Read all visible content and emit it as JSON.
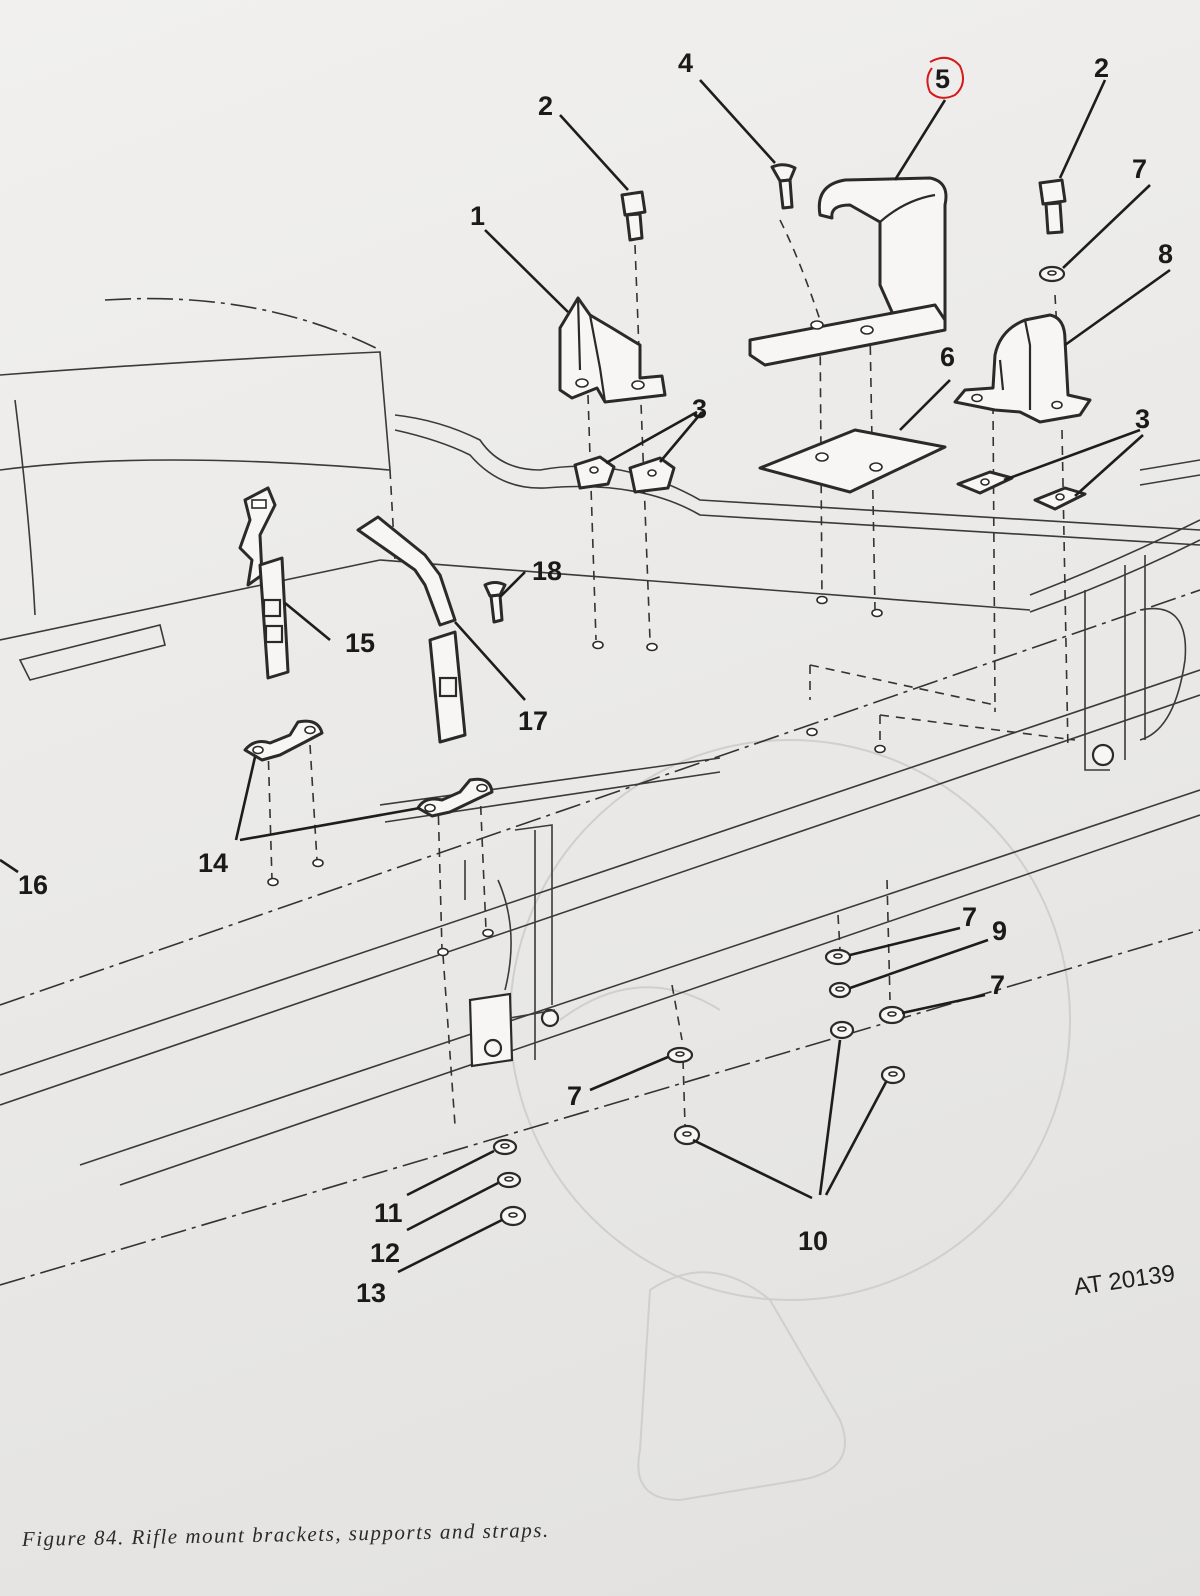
{
  "figure": {
    "caption": "Figure 84.  Rifle mount brackets, supports and straps.",
    "drawing_code": "AT 20139",
    "highlighted_callout": "5",
    "highlight_color": "#d41b1b"
  },
  "callouts": {
    "c1": "1",
    "c2a": "2",
    "c2b": "2",
    "c3a": "3",
    "c3b": "3",
    "c4": "4",
    "c5": "5",
    "c6": "6",
    "c7a": "7",
    "c7b": "7",
    "c7c": "7",
    "c7d": "7",
    "c8": "8",
    "c9": "9",
    "c10": "10",
    "c11": "11",
    "c12": "12",
    "c13": "13",
    "c14": "14",
    "c15": "15",
    "c16": "16",
    "c17": "17",
    "c18": "18"
  }
}
